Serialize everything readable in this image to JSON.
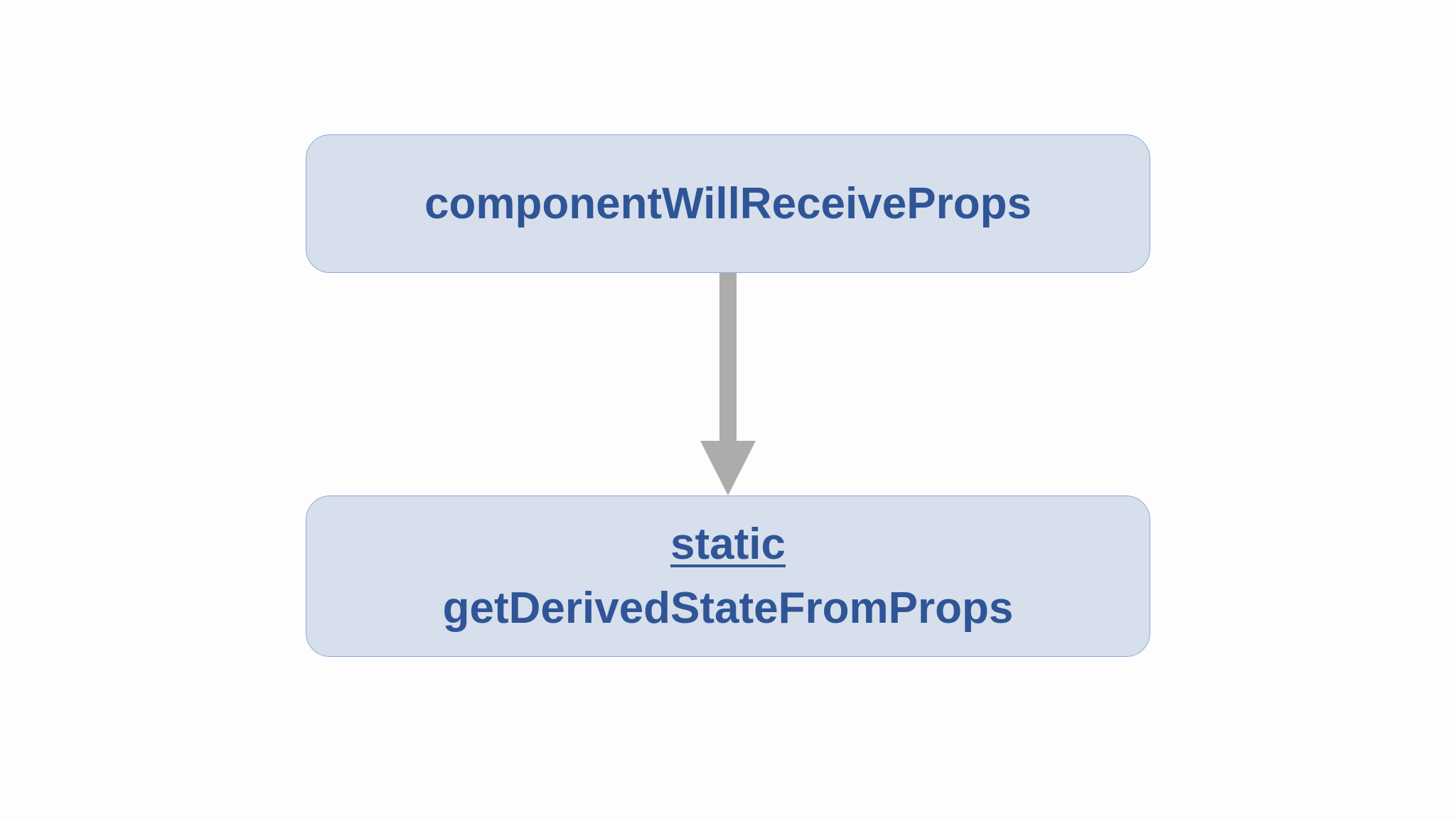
{
  "diagram": {
    "top_box": {
      "label": "componentWillReceiveProps"
    },
    "bottom_box": {
      "keyword": "static",
      "method": "getDerivedStateFromProps"
    },
    "colors": {
      "box_fill": "#d6dfeb",
      "box_border": "#8eaad6",
      "text": "#2f5597",
      "arrow": "#aeabab",
      "background": "#fdfdfd"
    }
  }
}
